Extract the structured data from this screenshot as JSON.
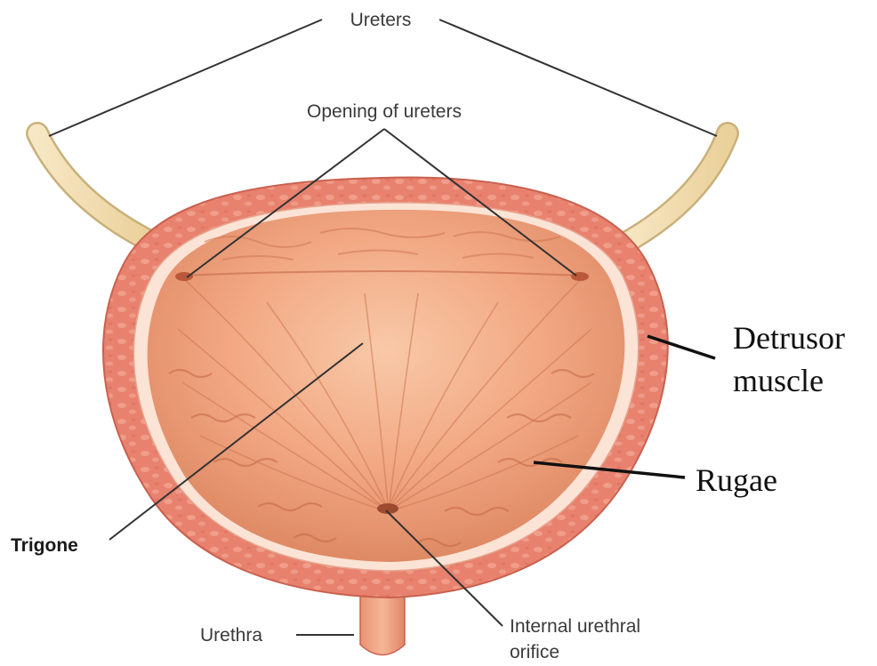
{
  "labels": {
    "ureters": "Ureters",
    "opening_of_ureters": "Opening of ureters",
    "detrusor_line1": "Detrusor",
    "detrusor_line2": "muscle",
    "rugae": "Rugae",
    "trigone": "Trigone",
    "urethra": "Urethra",
    "internal_urethral_line1": "Internal urethral",
    "internal_urethral_line2": "orifice"
  },
  "colors": {
    "outer_wall": "#e8826f",
    "wall_texture": "#f0a592",
    "wall_edge": "#c9614f",
    "inner_lining": "#fbe3d6",
    "interior_base": "#f2a883",
    "interior_light": "#f7c2a0",
    "interior_dark": "#d9805d",
    "fold": "#d07755",
    "ureter": "#f3dcae",
    "ureter_edge": "#c9b07a",
    "urethra": "#f0a27f"
  }
}
